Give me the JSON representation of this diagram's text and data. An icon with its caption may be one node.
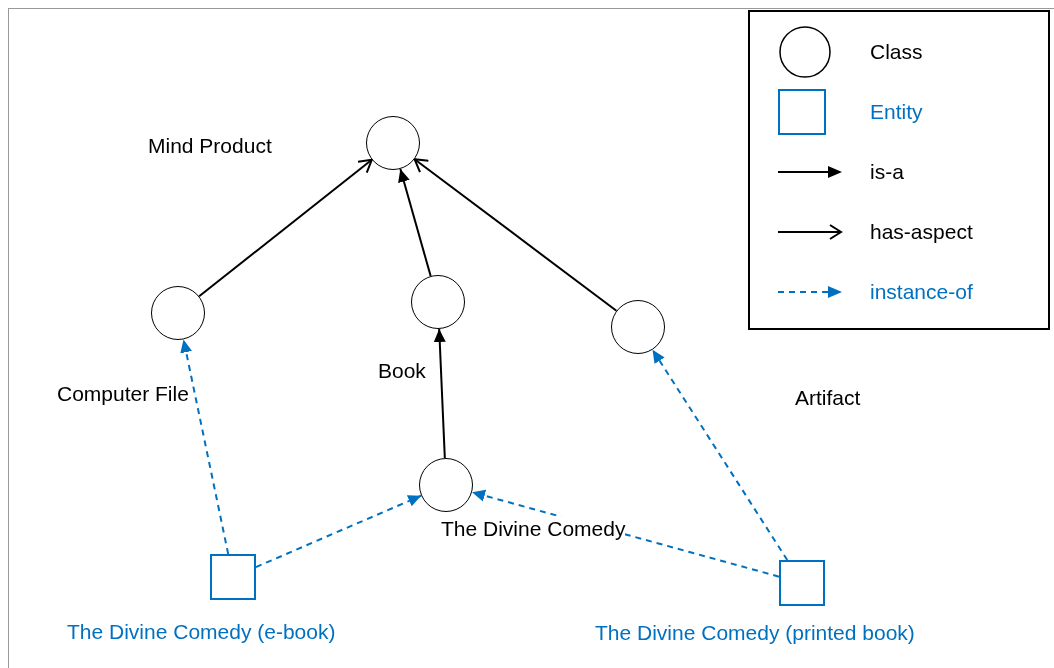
{
  "diagram": {
    "nodes": [
      {
        "text": [
          "Mind Product"
        ]
      },
      {
        "text": [
          "Computer File"
        ]
      },
      {
        "text": [
          "Book"
        ]
      },
      {
        "text": [
          "Artifact"
        ]
      },
      {
        "text": [
          "The Divine Comedy"
        ]
      },
      {
        "text": [
          "The Divine Comedy (e-book)"
        ]
      },
      {
        "text": [
          "The Divine Comedy (printed book)"
        ]
      }
    ],
    "edges": [
      {
        "from": 1,
        "to": 0,
        "arrow": "to"
      },
      {
        "from": 2,
        "to": 0,
        "arrow": "to"
      },
      {
        "from": 3,
        "to": 0,
        "arrow": "to"
      },
      {
        "from": 4,
        "to": 2,
        "arrow": "to"
      },
      {
        "from": 5,
        "to": 1,
        "arrow": "to",
        "style": "dashed",
        "color": "#0070c0"
      },
      {
        "from": 5,
        "to": 4,
        "arrow": "to",
        "style": "dashed",
        "color": "#0070c0"
      },
      {
        "from": 6,
        "to": 4,
        "arrow": "to",
        "style": "dashed",
        "color": "#0070c0"
      },
      {
        "from": 6,
        "to": 3,
        "arrow": "to",
        "style": "dashed",
        "color": "#0070c0"
      }
    ],
    "legend": [
      {
        "text": "Class"
      },
      {
        "text": "Entity"
      },
      {
        "text": "is-a"
      },
      {
        "text": "has-aspect"
      },
      {
        "text": "instance-of"
      }
    ]
  }
}
